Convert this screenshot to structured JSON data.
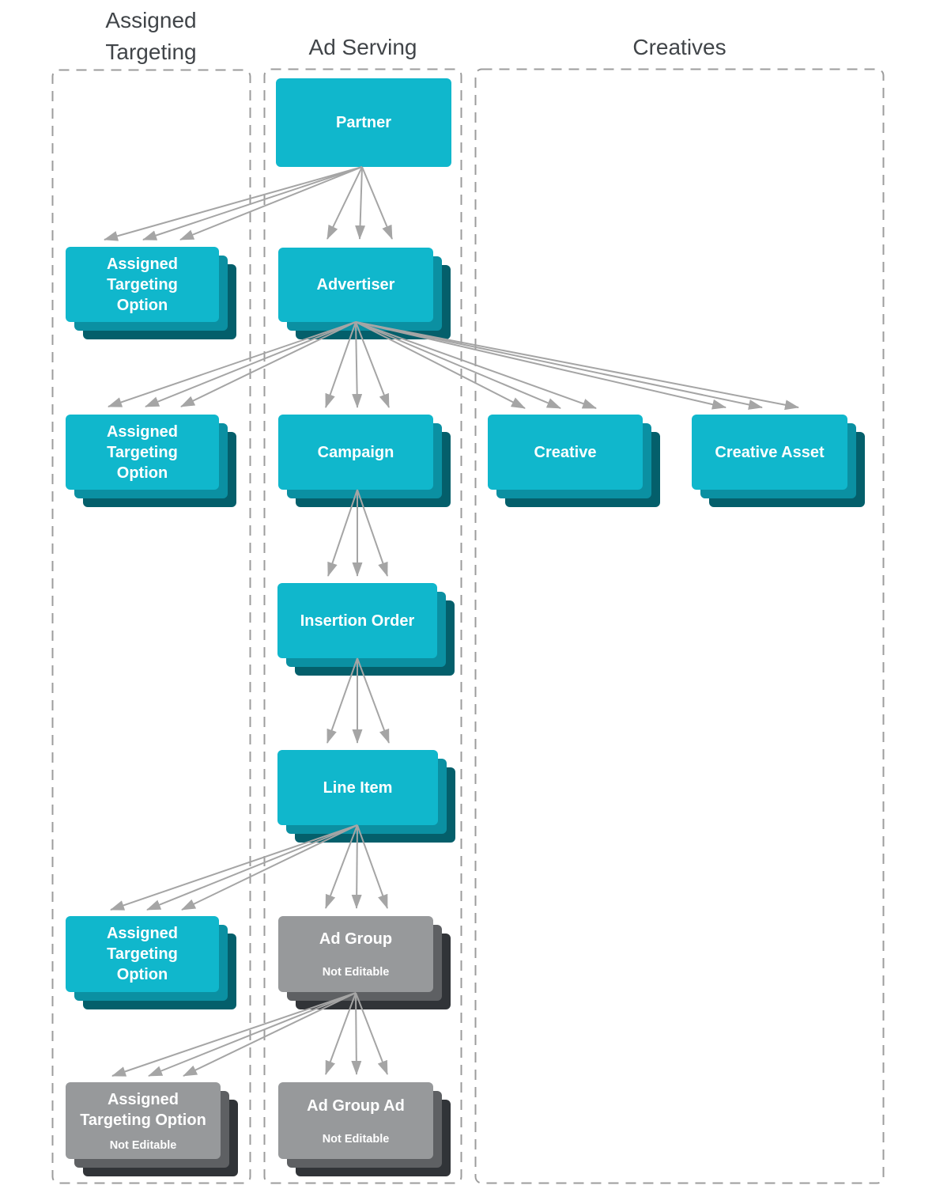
{
  "columns": {
    "assigned_targeting": {
      "title": "Assigned\nTargeting"
    },
    "ad_serving": {
      "title": "Ad Serving"
    },
    "creatives": {
      "title": "Creatives"
    }
  },
  "nodes": {
    "partner": {
      "label": "Partner"
    },
    "assigned_targeting_option_partner": {
      "label": "Assigned\nTargeting\nOption"
    },
    "advertiser": {
      "label": "Advertiser"
    },
    "assigned_targeting_option_advertiser": {
      "label": "Assigned\nTargeting\nOption"
    },
    "campaign": {
      "label": "Campaign"
    },
    "creative": {
      "label": "Creative"
    },
    "creative_asset": {
      "label": "Creative Asset"
    },
    "insertion_order": {
      "label": "Insertion Order"
    },
    "line_item": {
      "label": "Line Item"
    },
    "assigned_targeting_option_line_item": {
      "label": "Assigned\nTargeting\nOption"
    },
    "ad_group": {
      "label": "Ad Group",
      "sublabel": "Not Editable"
    },
    "assigned_targeting_option_ad_group": {
      "label": "Assigned\nTargeting Option",
      "sublabel": "Not Editable"
    },
    "ad_group_ad": {
      "label": "Ad Group Ad",
      "sublabel": "Not Editable"
    }
  },
  "colors": {
    "node_editable": "#10b7cc",
    "node_editable_shadow1": "#0b90a2",
    "node_editable_shadow2": "#045f6b",
    "node_not_editable": "#97999b",
    "node_not_editable_shadow1": "#5e6063",
    "node_not_editable_shadow2": "#313438",
    "arrow": "#a5a5a5",
    "column_border": "#9c9c9c",
    "title_text": "#414549",
    "node_text": "#ffffff"
  }
}
